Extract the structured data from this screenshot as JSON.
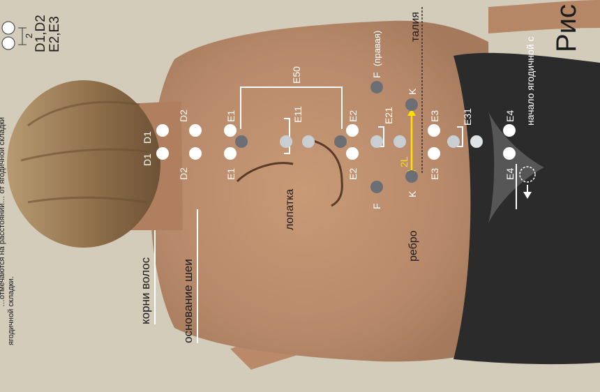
{
  "header": {
    "line1": "…отмечаются на расстоянии… от ягодичной складки",
    "line2": "ягодичной складки."
  },
  "labels": {
    "hair_roots": "корни волос",
    "neck_base": "основание шеи",
    "scapula": "лопатка",
    "rib": "ребро",
    "waist": "талия",
    "gluteal_fold": "начало ягодичной с",
    "figure": "Рис",
    "right_note": "(правая)"
  },
  "point_labels": {
    "D1": "D1",
    "D2": "D2",
    "E1": "E1",
    "E2": "E2",
    "E3": "E3",
    "E4": "E4",
    "E11": "E11",
    "E21": "E21",
    "E31": "E31",
    "E50": "E50",
    "F": "F",
    "K": "K",
    "two_L": "2L"
  },
  "legend": {
    "marker": "2",
    "line1": "D1,D2",
    "line2": "E2,E3"
  },
  "colors": {
    "background": "#d6cfbf",
    "skin": "#b98a68",
    "hair": "#9a7b55",
    "garment": "#2b2b2b",
    "point_white": "#ffffff",
    "point_light": "#c9ced3",
    "point_dark": "#6b6f74",
    "accent_yellow": "#ffe000",
    "line_dark": "#5a3a28"
  }
}
